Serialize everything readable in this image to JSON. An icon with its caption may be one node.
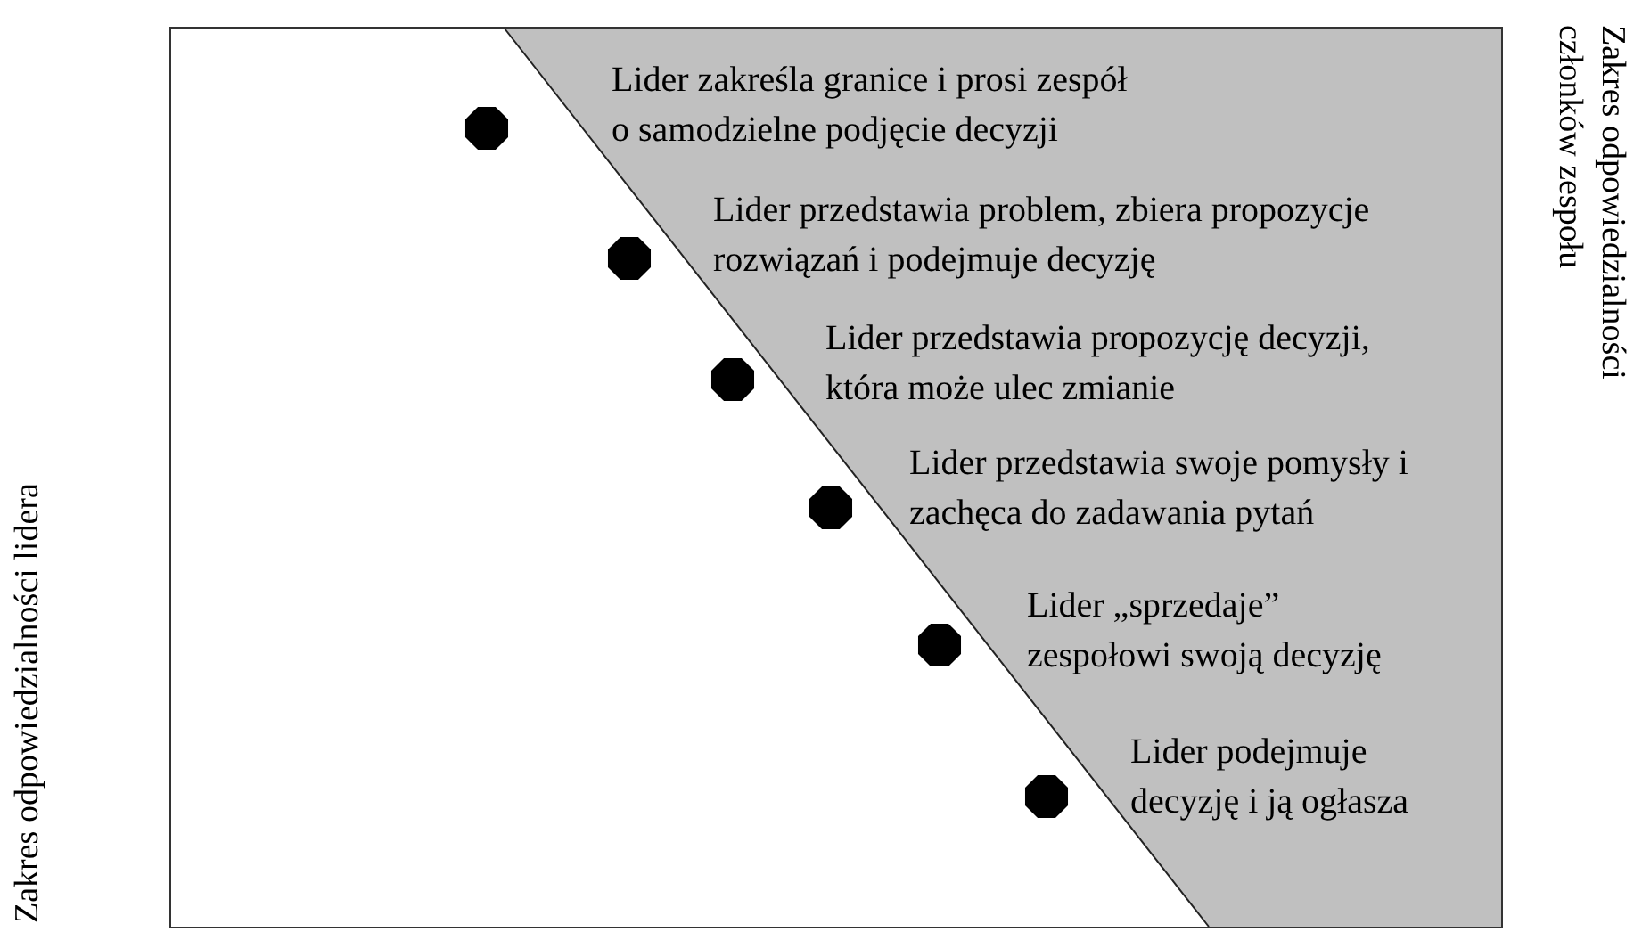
{
  "diagram": {
    "labels": [
      "Lider zakreśla granice i prosi zespół o samodzielne podjęcie decyzji",
      "Lider przedstawia problem, zbiera propozycje rozwiązań i podejmuje decyzję",
      "Lider przedstawia propozycję decyzji, która może ulec zmianie",
      "Lider przedstawia swoje pomysły i zachęca do zadawania pytań",
      "Lider „sprzedaje” zespołowi swoją decyzję",
      "Lider podejmuje decyzję i ją ogłasza",
      "Zakres odpowiedzialności lidera",
      "Zakres odpowiedzialności członków zespołu"
    ]
  }
}
